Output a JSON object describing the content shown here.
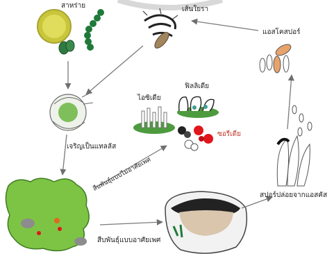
{
  "labels": {
    "algae": "สาหร่าย",
    "hyphae": "เส้นใยรา",
    "ascospores": "แอสโคสปอร์",
    "isidia": "ไอซิเดีย",
    "phyllidia": "ฟิลลิเดีย",
    "soredia": "ซอรีเดีย",
    "grow_into_thallus": "เจริญเป็นแทลลัส",
    "asexual_reproduction": "สืบพันธุ์แบบไม่อาศัยเพศ",
    "sexual_reproduction": "สืบพันธุ์แบบอาศัยเพศ",
    "spores_released": "สปอร์ปล่อยจากแอสคัส"
  },
  "colors": {
    "algae_yellow": "#d9d84a",
    "algae_green": "#1f7a3a",
    "lichen_green": "#7dc444",
    "soredia_red": "#e0161b",
    "ascospore_orange": "#e8a36b",
    "arrow_gray": "#7a7a7a"
  }
}
